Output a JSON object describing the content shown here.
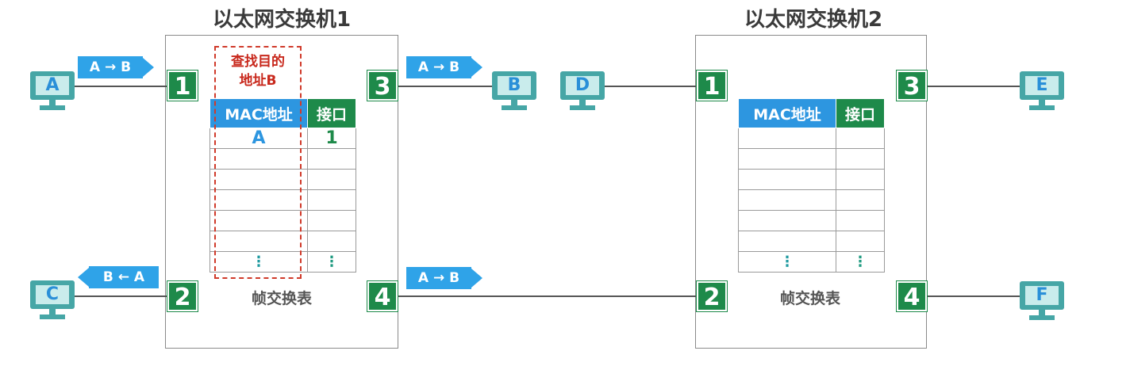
{
  "switches": [
    {
      "title": "以太网交换机1",
      "ports": [
        "1",
        "2",
        "3",
        "4"
      ],
      "table": {
        "headers": {
          "mac": "MAC地址",
          "port": "接口"
        },
        "rows": [
          {
            "mac": "A",
            "port": "1"
          }
        ],
        "ellipsis": "⋮",
        "caption": "帧交换表"
      },
      "lookup_note": {
        "line1": "查找目的",
        "line2": "地址B"
      }
    },
    {
      "title": "以太网交换机2",
      "ports": [
        "1",
        "2",
        "3",
        "4"
      ],
      "table": {
        "headers": {
          "mac": "MAC地址",
          "port": "接口"
        },
        "rows": [],
        "ellipsis": "⋮",
        "caption": "帧交换表"
      }
    }
  ],
  "hosts": [
    "A",
    "B",
    "C",
    "D",
    "E",
    "F"
  ],
  "frames": {
    "a_to_switch": "A → B",
    "switch_to_b": "A → B",
    "switch_to_c": "B ← A",
    "switch_out_port4": "A → B"
  },
  "colors": {
    "port": "#1e8a4a",
    "mac_header": "#2d96e0",
    "frame": "#2fa3e8",
    "lookup": "#d03a2a",
    "pc": "#46a6a6"
  }
}
